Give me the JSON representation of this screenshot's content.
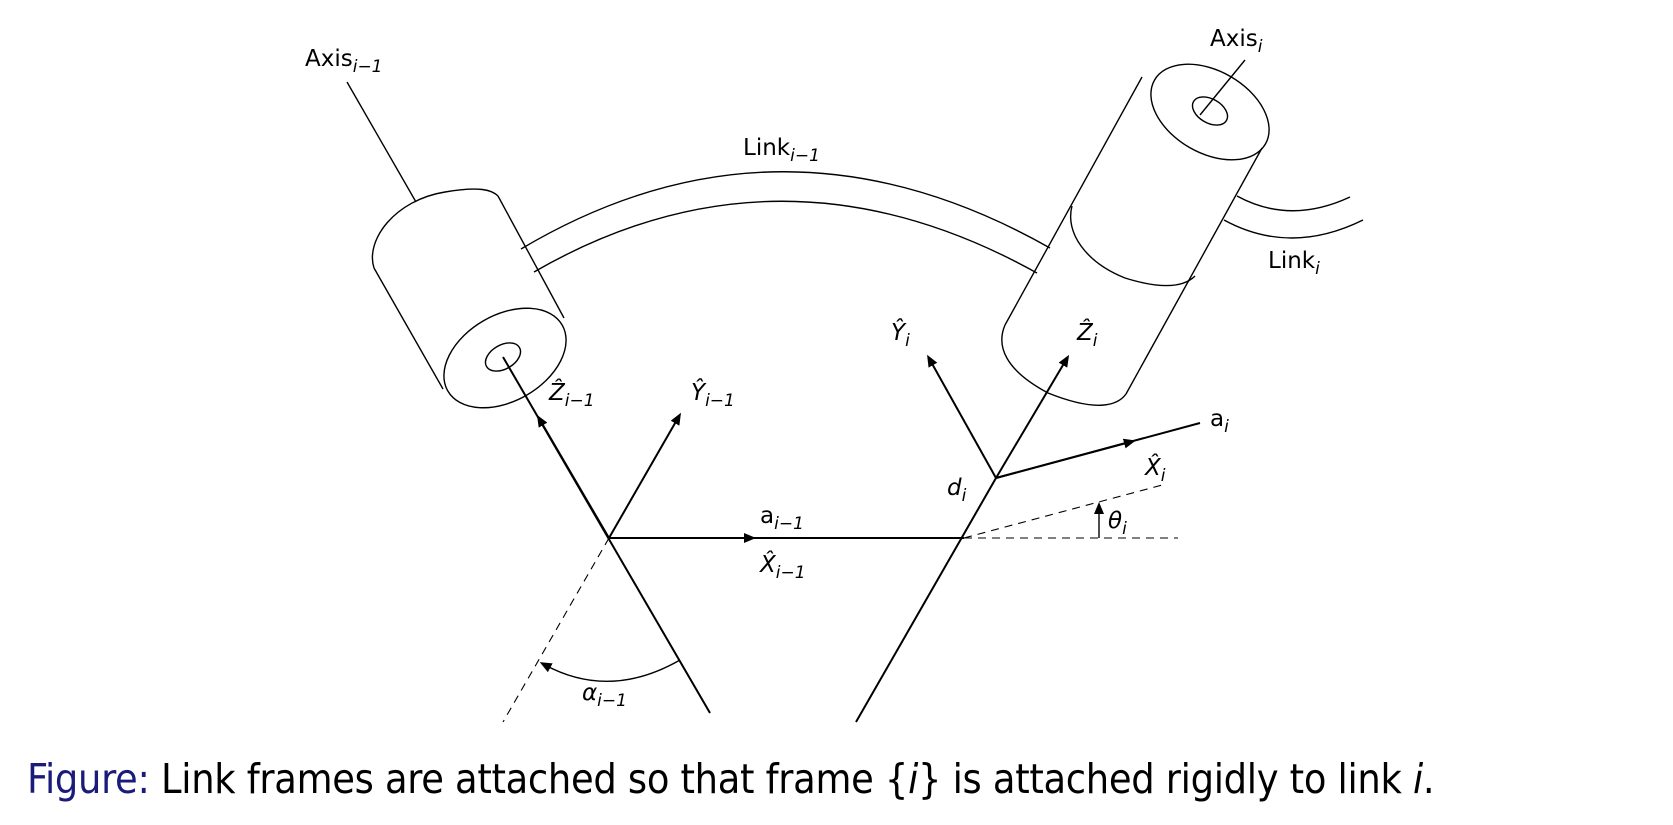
{
  "labels": {
    "axis_prev": {
      "base": "Axis",
      "sub": "i−1"
    },
    "axis_i": {
      "base": "Axis",
      "sub": "i"
    },
    "link_prev": {
      "base": "Link",
      "sub": "i−1"
    },
    "link_i": {
      "base": "Link",
      "sub": "i"
    },
    "z_prev": {
      "base": "Ẑ",
      "sub": "i−1"
    },
    "y_prev": {
      "base": "Ŷ",
      "sub": "i−1"
    },
    "x_prev": {
      "base": "X̂",
      "sub": "i−1"
    },
    "a_prev": {
      "base": "a",
      "sub": "i−1"
    },
    "alpha_prev": {
      "base": "α",
      "sub": "i−1"
    },
    "y_i": {
      "base": "Ŷ",
      "sub": "i"
    },
    "z_i": {
      "base": "Ẑ",
      "sub": "i"
    },
    "x_i": {
      "base": "X̂",
      "sub": "i"
    },
    "a_i": {
      "base": "a",
      "sub": "i"
    },
    "d_i": {
      "base": "d",
      "sub": "i"
    },
    "theta_i": {
      "base": "θ",
      "sub": "i"
    }
  },
  "caption": {
    "prefix": "Figure:",
    "text_1": " Link frames are attached so that frame {",
    "var_1": "i",
    "text_2": "} is attached rigidly to link ",
    "var_2": "i",
    "text_3": "."
  },
  "colors": {
    "caption_prefix": "#1b1b7a",
    "ink": "#000000"
  }
}
